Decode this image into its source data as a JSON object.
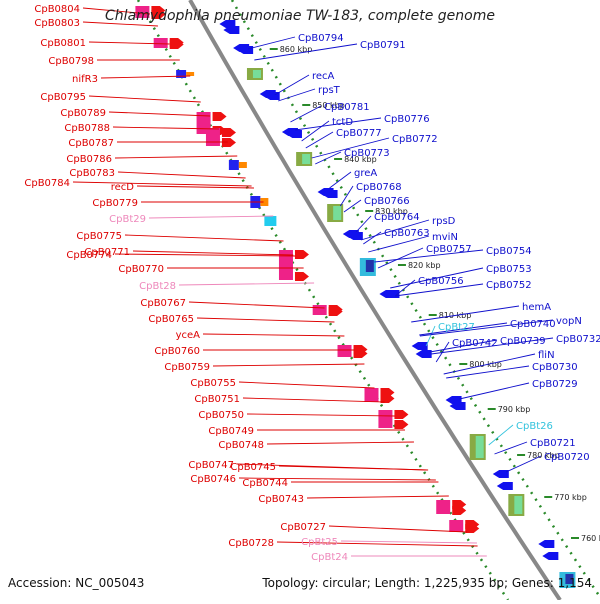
{
  "title": "Chlamydophila pneumoniae TW-183, complete genome",
  "footer": {
    "accession": "Accession: NC_005043",
    "summary": "Topology: circular; Length: 1,225,935 bp; Genes: 1,154"
  },
  "colors": {
    "forward_label": "#dd0000",
    "reverse_label": "#1010cc",
    "trna_forward": "#ee88bb",
    "trna_reverse": "#33c3dd",
    "backbone": "#888888",
    "ruler": "#2a8a2a"
  },
  "scale_ticks": [
    {
      "label": "860 kbp"
    },
    {
      "label": "850 kbp"
    },
    {
      "label": "840 kbp"
    },
    {
      "label": "830 kbp"
    },
    {
      "label": "820 kbp"
    },
    {
      "label": "810 kbp"
    },
    {
      "label": "800 kbp"
    },
    {
      "label": "790 kbp"
    },
    {
      "label": "780 kbp"
    },
    {
      "label": "770 kbp"
    },
    {
      "label": "760 kbp"
    }
  ],
  "left_labels": [
    {
      "text": "CpB0804",
      "kind": "gene"
    },
    {
      "text": "CpB0803",
      "kind": "gene"
    },
    {
      "text": "CpB0801",
      "kind": "gene"
    },
    {
      "text": "CpB0798",
      "kind": "gene"
    },
    {
      "text": "nifR3",
      "kind": "gene"
    },
    {
      "text": "CpB0795",
      "kind": "gene"
    },
    {
      "text": "CpB0789",
      "kind": "gene"
    },
    {
      "text": "CpB0788",
      "kind": "gene"
    },
    {
      "text": "CpB0787",
      "kind": "gene"
    },
    {
      "text": "CpB0786",
      "kind": "gene"
    },
    {
      "text": "CpB0783",
      "kind": "gene"
    },
    {
      "text": "CpB0784",
      "kind": "gene"
    },
    {
      "text": "recD",
      "kind": "gene"
    },
    {
      "text": "CpB0779",
      "kind": "gene"
    },
    {
      "text": "CpBt29",
      "kind": "trna"
    },
    {
      "text": "CpB0775",
      "kind": "gene"
    },
    {
      "text": "CpB0771",
      "kind": "gene"
    },
    {
      "text": "CpB0774",
      "kind": "gene"
    },
    {
      "text": "CpB0770",
      "kind": "gene"
    },
    {
      "text": "CpBt28",
      "kind": "trna"
    },
    {
      "text": "CpB0767",
      "kind": "gene"
    },
    {
      "text": "CpB0765",
      "kind": "gene"
    },
    {
      "text": "yceA",
      "kind": "gene"
    },
    {
      "text": "CpB0760",
      "kind": "gene"
    },
    {
      "text": "CpB0759",
      "kind": "gene"
    },
    {
      "text": "CpB0755",
      "kind": "gene"
    },
    {
      "text": "CpB0751",
      "kind": "gene"
    },
    {
      "text": "CpB0750",
      "kind": "gene"
    },
    {
      "text": "CpB0749",
      "kind": "gene"
    },
    {
      "text": "CpB0748",
      "kind": "gene"
    },
    {
      "text": "CpB0747",
      "kind": "gene"
    },
    {
      "text": "CpB0745",
      "kind": "gene"
    },
    {
      "text": "CpB0746",
      "kind": "gene"
    },
    {
      "text": "CpB0744",
      "kind": "gene"
    },
    {
      "text": "CpB0743",
      "kind": "gene"
    },
    {
      "text": "CpB0727",
      "kind": "gene"
    },
    {
      "text": "CpB0728",
      "kind": "gene"
    },
    {
      "text": "CpBt25",
      "kind": "trna"
    },
    {
      "text": "CpBt24",
      "kind": "trna"
    }
  ],
  "right_labels": [
    {
      "text": "CpB0794",
      "kind": "gene"
    },
    {
      "text": "CpB0791",
      "kind": "gene"
    },
    {
      "text": "recA",
      "kind": "gene"
    },
    {
      "text": "rpsT",
      "kind": "gene"
    },
    {
      "text": "CpB0781",
      "kind": "gene"
    },
    {
      "text": "tctD",
      "kind": "gene"
    },
    {
      "text": "CpB0776",
      "kind": "gene"
    },
    {
      "text": "CpB0777",
      "kind": "gene"
    },
    {
      "text": "CpB0772",
      "kind": "gene"
    },
    {
      "text": "CpB0773",
      "kind": "gene"
    },
    {
      "text": "greA",
      "kind": "gene"
    },
    {
      "text": "CpB0768",
      "kind": "gene"
    },
    {
      "text": "CpB0766",
      "kind": "gene"
    },
    {
      "text": "CpB0764",
      "kind": "gene"
    },
    {
      "text": "rpsD",
      "kind": "gene"
    },
    {
      "text": "CpB0763",
      "kind": "gene"
    },
    {
      "text": "mviN",
      "kind": "gene"
    },
    {
      "text": "CpB0757",
      "kind": "gene"
    },
    {
      "text": "CpB0754",
      "kind": "gene"
    },
    {
      "text": "CpB0756",
      "kind": "gene"
    },
    {
      "text": "CpB0753",
      "kind": "gene"
    },
    {
      "text": "CpB0752",
      "kind": "gene"
    },
    {
      "text": "hemA",
      "kind": "gene"
    },
    {
      "text": "CpBt27",
      "kind": "trna"
    },
    {
      "text": "CpB0740",
      "kind": "gene"
    },
    {
      "text": "vopN",
      "kind": "gene"
    },
    {
      "text": "CpB0742",
      "kind": "gene"
    },
    {
      "text": "CpB0739",
      "kind": "gene"
    },
    {
      "text": "CpB0732",
      "kind": "gene"
    },
    {
      "text": "fliN",
      "kind": "gene"
    },
    {
      "text": "CpB0730",
      "kind": "gene"
    },
    {
      "text": "CpB0729",
      "kind": "gene"
    },
    {
      "text": "CpBt26",
      "kind": "trna"
    },
    {
      "text": "CpB0721",
      "kind": "gene"
    },
    {
      "text": "CpB0720",
      "kind": "gene"
    }
  ]
}
